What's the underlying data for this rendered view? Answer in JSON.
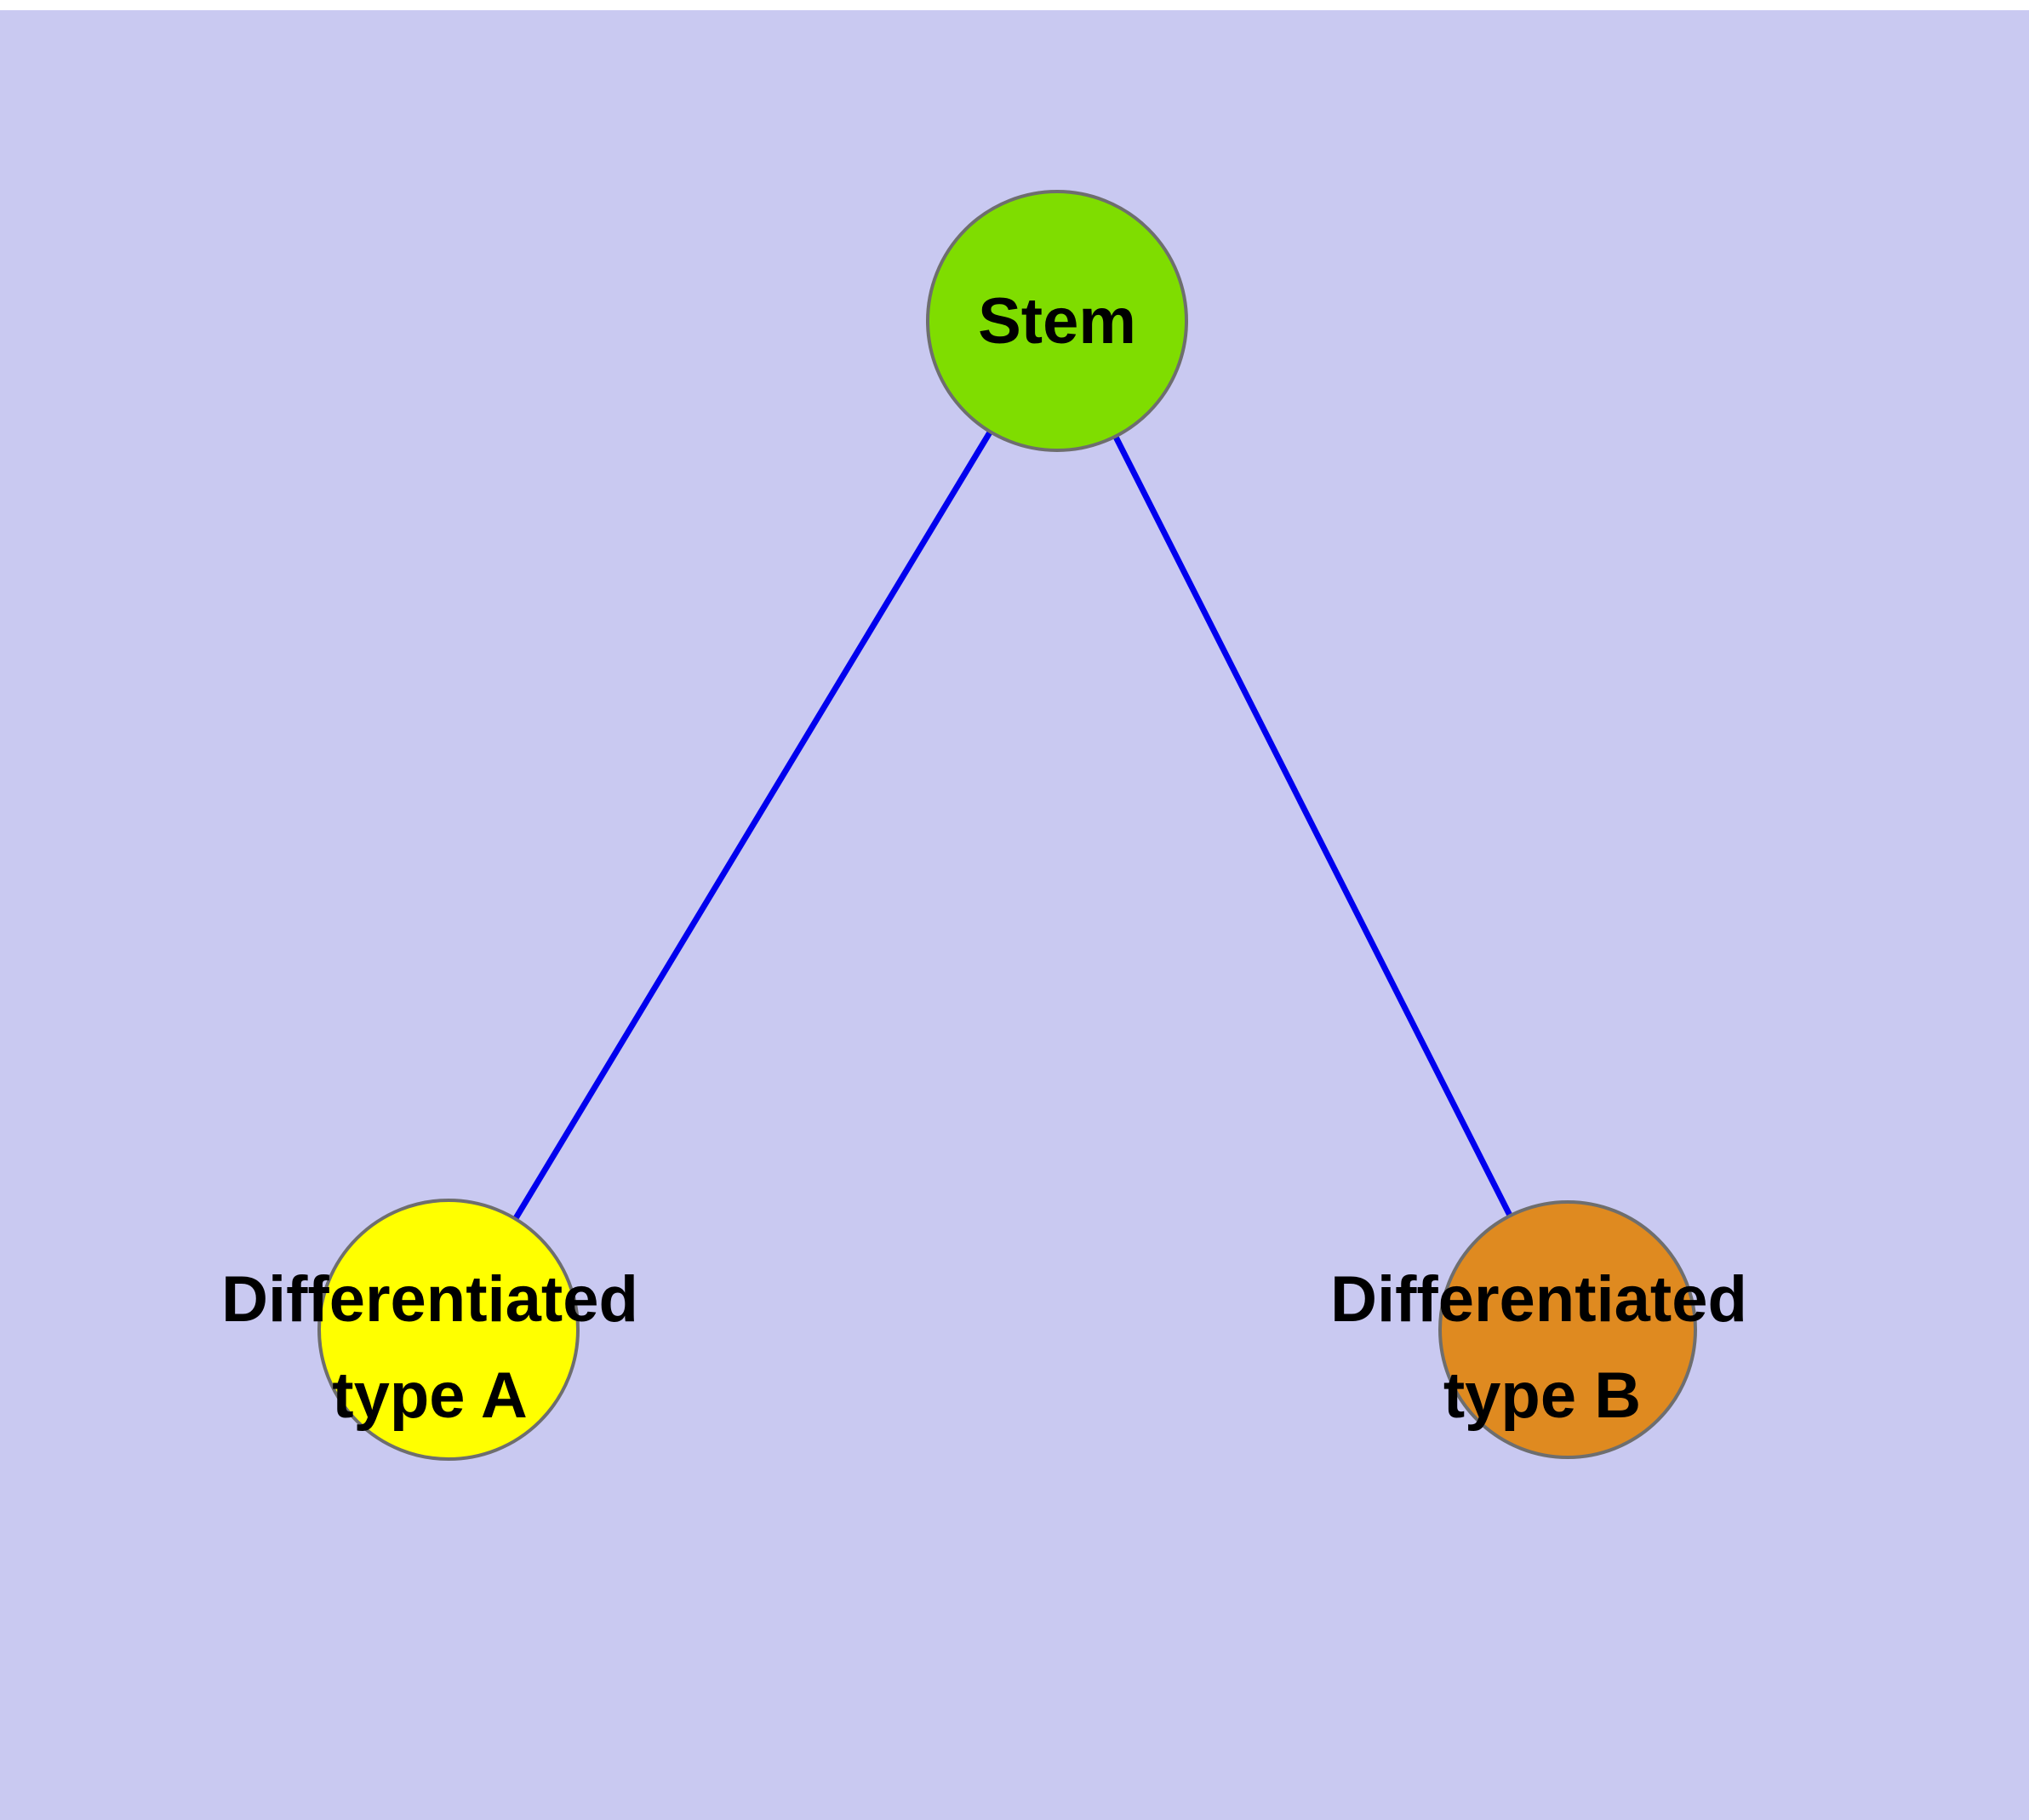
{
  "diagram": {
    "background_color": "#c9c9f1",
    "edge_color": "#0000ee",
    "node_border_color": "#6e6e6e",
    "nodes": {
      "stem": {
        "label": "Stem",
        "fill": "#7fdd00"
      },
      "type_a": {
        "label_line1": "Differentiated",
        "label_line2": "type A",
        "fill": "#ffff00"
      },
      "type_b": {
        "label_line1": "Differentiated",
        "label_line2": "type B",
        "fill": "#df8a20"
      }
    },
    "edges": [
      {
        "source": "Stem",
        "target": "Differentiated type A"
      },
      {
        "source": "Stem",
        "target": "Differentiated type B"
      }
    ]
  }
}
